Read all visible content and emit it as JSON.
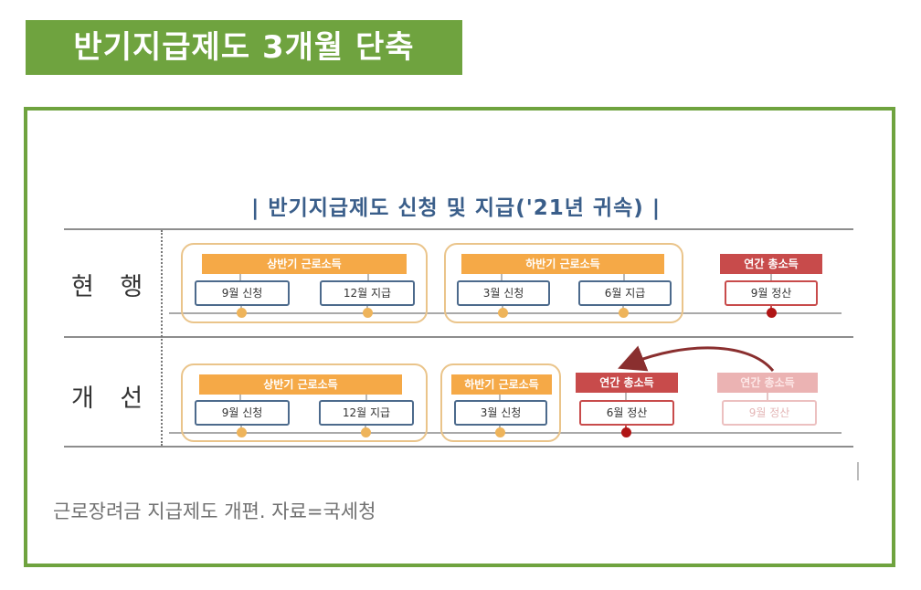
{
  "headline": "반기지급제도 3개월 단축",
  "diagram": {
    "title": "| 반기지급제도  신청  및  지급('21년  귀속) |",
    "rows": {
      "current": {
        "label": "현 행",
        "first_half": {
          "title": "상반기 근로소득",
          "apply": "9월 신청",
          "pay": "12월 지급"
        },
        "second_half": {
          "title": "하반기 근로소득",
          "apply": "3월 신청",
          "pay": "6월 지급"
        },
        "annual": {
          "title": "연간 총소득",
          "settle": "9월 정산"
        }
      },
      "improved": {
        "label": "개 선",
        "first_half": {
          "title": "상반기 근로소득",
          "apply": "9월 신청",
          "pay": "12월 지급"
        },
        "second_half": {
          "title": "하반기 근로소득",
          "apply": "3월 신청"
        },
        "annual_new": {
          "title": "연간 총소득",
          "settle": "6월 정산"
        },
        "annual_old": {
          "title": "연간 총소득",
          "settle": "9월 정산"
        }
      }
    }
  },
  "caption": "근로장려금 지급제도 개편. 자료=국세청",
  "colors": {
    "accent_green": "#6fa33f",
    "orange": "#f5a947",
    "red": "#c84b4b",
    "navy": "#4c6a8c"
  }
}
